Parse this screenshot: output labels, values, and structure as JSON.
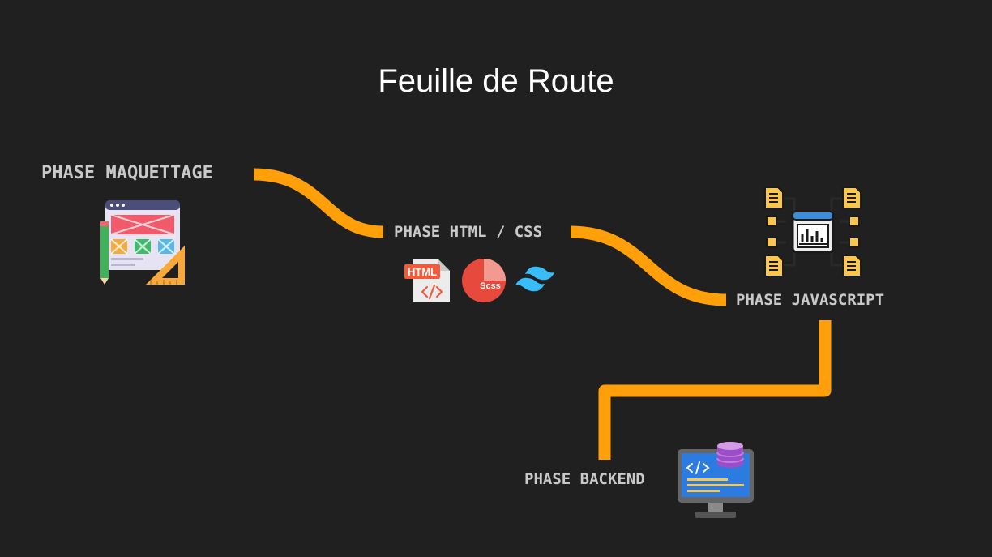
{
  "title": "Feuille de Route",
  "phases": {
    "maquettage": "PHASE MAQUETTAGE",
    "html_css": "PHASE HTML / CSS",
    "javascript": "PHASE JAVASCRIPT",
    "backend": "PHASE BACKEND"
  },
  "icons": {
    "maquettage": "wireframe-design-icon",
    "html": "html-file-icon",
    "html_label": "HTML",
    "scss": "scss-logo-icon",
    "scss_label": "Scss",
    "tailwind": "tailwind-logo-icon",
    "javascript": "web-dashboard-network-icon",
    "backend": "monitor-database-icon"
  },
  "colors": {
    "background": "#202020",
    "connector": "#ff9f0a",
    "title": "#ffffff",
    "label": "#c9c9c9"
  }
}
